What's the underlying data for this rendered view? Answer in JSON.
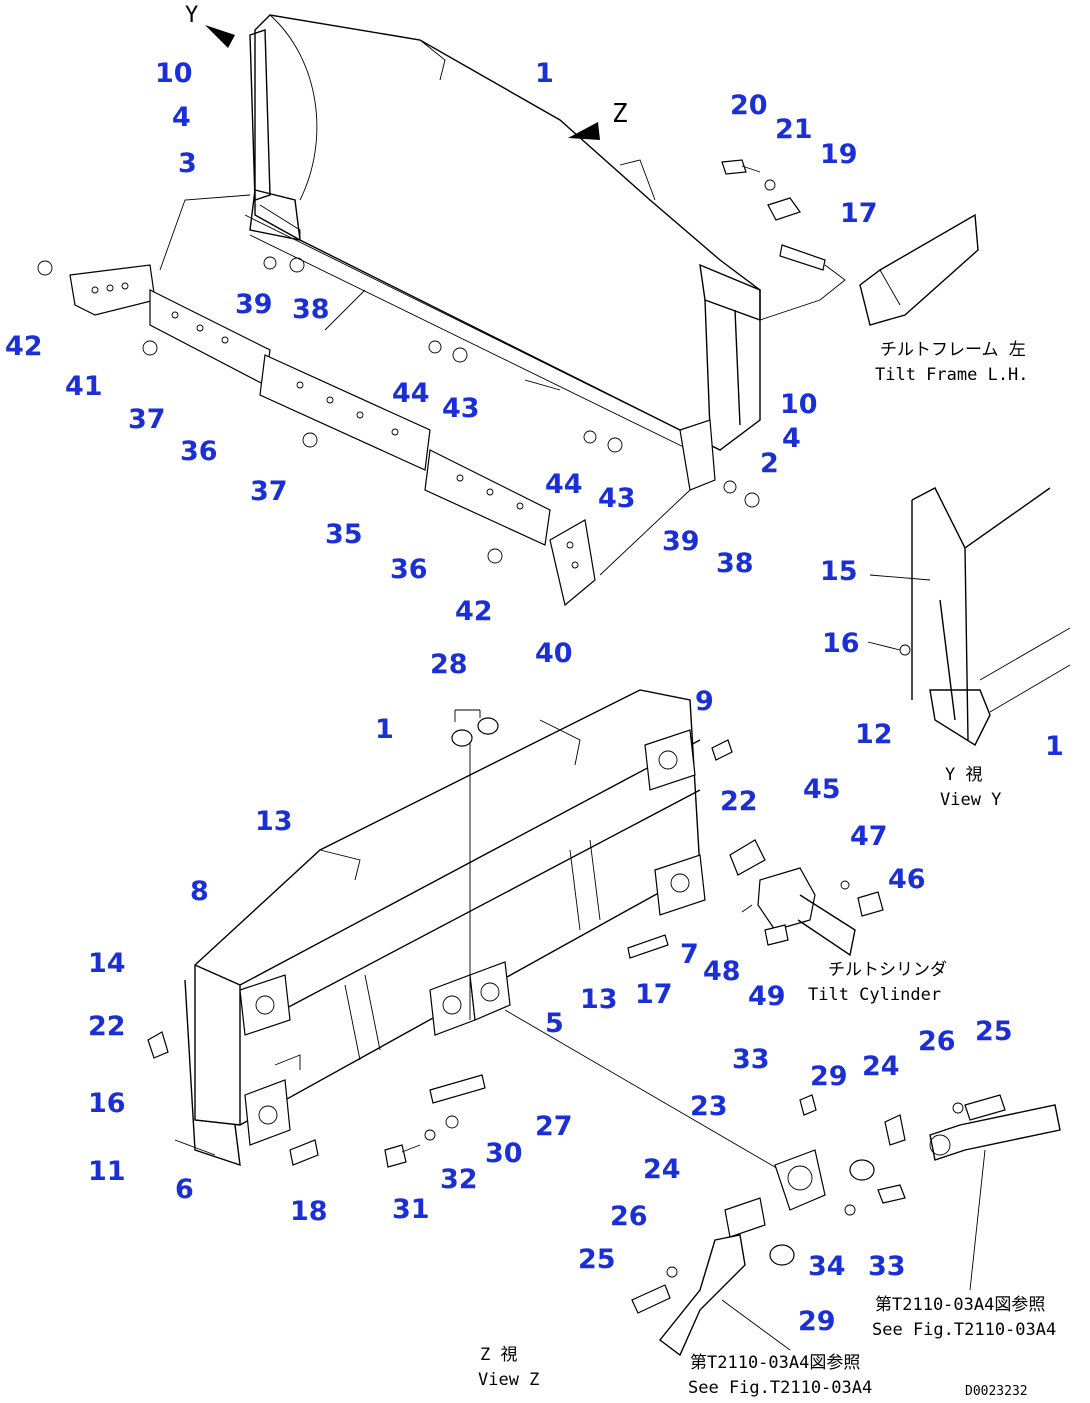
{
  "callouts": [
    {
      "id": "c10a",
      "text": "10"
    },
    {
      "id": "c4a",
      "text": "4"
    },
    {
      "id": "c3",
      "text": "3"
    },
    {
      "id": "c1a",
      "text": "1"
    },
    {
      "id": "c20",
      "text": "20"
    },
    {
      "id": "c21",
      "text": "21"
    },
    {
      "id": "c19",
      "text": "19"
    },
    {
      "id": "c17a",
      "text": "17"
    },
    {
      "id": "c42a",
      "text": "42"
    },
    {
      "id": "c41",
      "text": "41"
    },
    {
      "id": "c39a",
      "text": "39"
    },
    {
      "id": "c38a",
      "text": "38"
    },
    {
      "id": "c37a",
      "text": "37"
    },
    {
      "id": "c36a",
      "text": "36"
    },
    {
      "id": "c44a",
      "text": "44"
    },
    {
      "id": "c43a",
      "text": "43"
    },
    {
      "id": "c10b",
      "text": "10"
    },
    {
      "id": "c4b",
      "text": "4"
    },
    {
      "id": "c2",
      "text": "2"
    },
    {
      "id": "c37b",
      "text": "37"
    },
    {
      "id": "c44b",
      "text": "44"
    },
    {
      "id": "c43b",
      "text": "43"
    },
    {
      "id": "c35",
      "text": "35"
    },
    {
      "id": "c39b",
      "text": "39"
    },
    {
      "id": "c38b",
      "text": "38"
    },
    {
      "id": "c36b",
      "text": "36"
    },
    {
      "id": "c42b",
      "text": "42"
    },
    {
      "id": "c40",
      "text": "40"
    },
    {
      "id": "c15",
      "text": "15"
    },
    {
      "id": "c16a",
      "text": "16"
    },
    {
      "id": "c12",
      "text": "12"
    },
    {
      "id": "c1c",
      "text": "1"
    },
    {
      "id": "c28",
      "text": "28"
    },
    {
      "id": "c9",
      "text": "9"
    },
    {
      "id": "c1b",
      "text": "1"
    },
    {
      "id": "c22a",
      "text": "22"
    },
    {
      "id": "c45",
      "text": "45"
    },
    {
      "id": "c13a",
      "text": "13"
    },
    {
      "id": "c47",
      "text": "47"
    },
    {
      "id": "c46",
      "text": "46"
    },
    {
      "id": "c8",
      "text": "8"
    },
    {
      "id": "c14",
      "text": "14"
    },
    {
      "id": "c7",
      "text": "7"
    },
    {
      "id": "c48",
      "text": "48"
    },
    {
      "id": "c49",
      "text": "49"
    },
    {
      "id": "c13b",
      "text": "13"
    },
    {
      "id": "c17b",
      "text": "17"
    },
    {
      "id": "c5",
      "text": "5"
    },
    {
      "id": "c22b",
      "text": "22"
    },
    {
      "id": "c16b",
      "text": "16"
    },
    {
      "id": "c11",
      "text": "11"
    },
    {
      "id": "c6",
      "text": "6"
    },
    {
      "id": "c18",
      "text": "18"
    },
    {
      "id": "c31",
      "text": "31"
    },
    {
      "id": "c32",
      "text": "32"
    },
    {
      "id": "c30",
      "text": "30"
    },
    {
      "id": "c27",
      "text": "27"
    },
    {
      "id": "c33a",
      "text": "33"
    },
    {
      "id": "c29a",
      "text": "29"
    },
    {
      "id": "c24a",
      "text": "24"
    },
    {
      "id": "c26a",
      "text": "26"
    },
    {
      "id": "c25a",
      "text": "25"
    },
    {
      "id": "c23",
      "text": "23"
    },
    {
      "id": "c24b",
      "text": "24"
    },
    {
      "id": "c26b",
      "text": "26"
    },
    {
      "id": "c25b",
      "text": "25"
    },
    {
      "id": "c34",
      "text": "34"
    },
    {
      "id": "c33b",
      "text": "33"
    },
    {
      "id": "c29b",
      "text": "29"
    }
  ],
  "notes": {
    "y_marker": "Y",
    "z_marker": "Z",
    "tilt_frame_jp": "チルトフレーム 左",
    "tilt_frame_en": "Tilt Frame L.H.",
    "view_y_jp": "Y 視",
    "view_y_en": "View Y",
    "tilt_cylinder_jp": "チルトシリンダ",
    "tilt_cylinder_en": "Tilt Cylinder",
    "see_fig_right_jp": "第T2110-03A4図参照",
    "see_fig_right_en": "See Fig.T2110-03A4",
    "see_fig_bottom_jp": "第T2110-03A4図参照",
    "see_fig_bottom_en": "See Fig.T2110-03A4",
    "view_z_jp": "Z 視",
    "view_z_en": "View Z",
    "drawing_no": "D0023232"
  }
}
